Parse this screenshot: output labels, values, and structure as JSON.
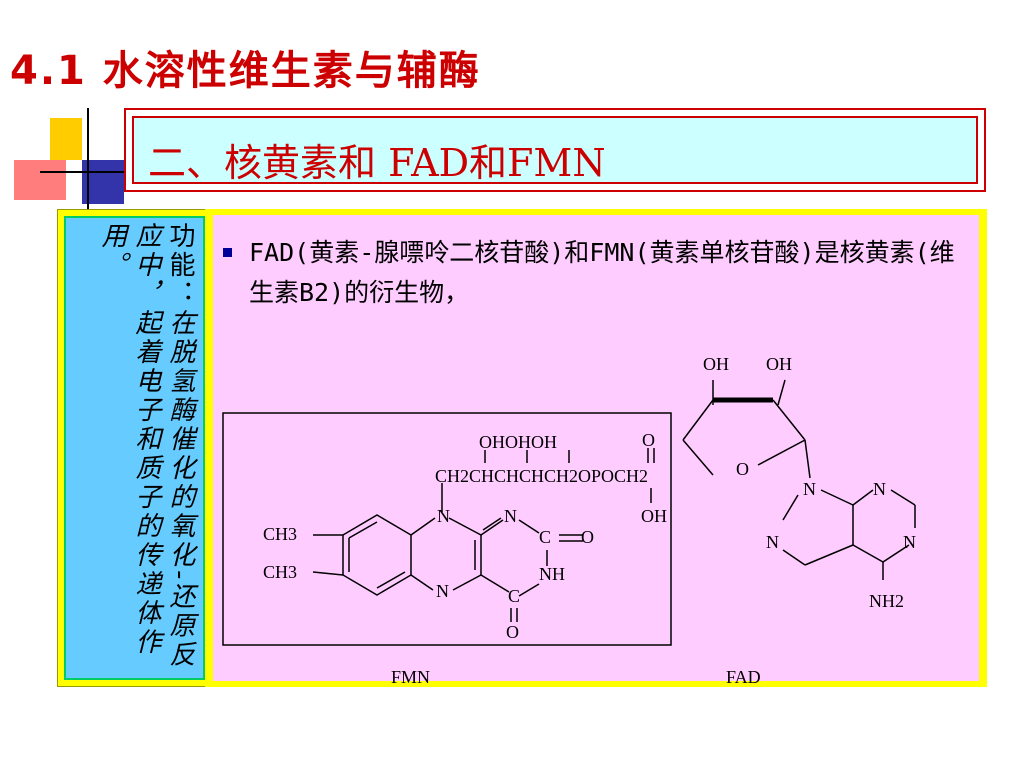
{
  "slide": {
    "title": "4.1  水溶性维生素与辅酶",
    "subtitle": "二、核黄素和 FAD和FMN",
    "side": {
      "lead": "功能：",
      "body": "在脱氢酶催化的氧化-还原反应中，起着电子和质子的传递体作用。"
    },
    "bullet": "FAD(黄素-腺嘌呤二核苷酸)和FMN(黄素单核苷酸)是核黄素(维生素B2)的衍生物，"
  },
  "structure": {
    "labels": {
      "oh_top_left": "OH",
      "oh_top_right": "OH",
      "ring_o": "O",
      "chain_oh": "OHOHOH",
      "phosphate_o": "O",
      "chain": "CH2CHCHCHCH2OPOCH2",
      "phosphate_oh": "OH",
      "n_iso_top": "N",
      "n_iso_right": "N",
      "c_carbonyl": "C",
      "carbonyl_o": "O",
      "nh": "NH",
      "n_iso_bottom": "N",
      "c_bottom": "C",
      "o_bottom": "O",
      "ch3_top": "CH3",
      "ch3_bottom": "CH3",
      "adenine_n9": "N",
      "adenine_n_top_right": "N",
      "adenine_n_left": "N",
      "adenine_n_right": "N",
      "nh2": "NH2"
    },
    "fmn_label": "FMN",
    "fad_label": "FAD"
  },
  "colors": {
    "title_red": "#cc0000",
    "subtitle_bg": "#ccffff",
    "panel_yellow": "#ffff00",
    "side_blue": "#66ccff",
    "main_pink": "#ffccff"
  }
}
